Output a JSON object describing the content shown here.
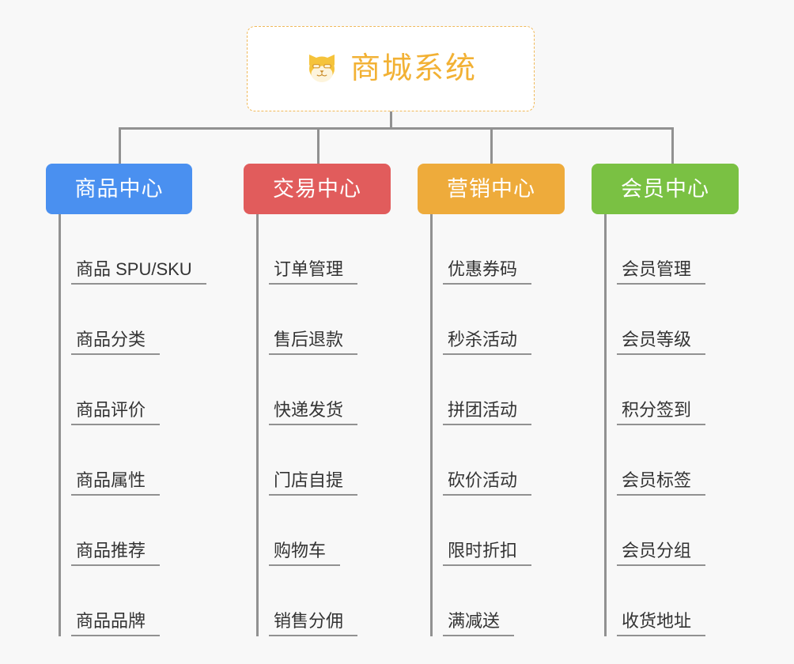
{
  "page": {
    "background_color": "#f8f8f8",
    "line_color": "#919191",
    "text_color": "#333333"
  },
  "root": {
    "title": "商城系统",
    "icon": "shiba-dog-icon",
    "accent_color": "#f2b134",
    "border_color": "#f0b95a",
    "background_color": "#ffffff"
  },
  "branches": [
    {
      "label": "商品中心",
      "color": "#4a90f0",
      "items": [
        "商品 SPU/SKU",
        "商品分类",
        "商品评价",
        "商品属性",
        "商品推荐",
        "商品品牌"
      ]
    },
    {
      "label": "交易中心",
      "color": "#e15c5c",
      "items": [
        "订单管理",
        "售后退款",
        "快递发货",
        "门店自提",
        "购物车",
        "销售分佣"
      ]
    },
    {
      "label": "营销中心",
      "color": "#eeab3b",
      "items": [
        "优惠券码",
        "秒杀活动",
        "拼团活动",
        "砍价活动",
        "限时折扣",
        "满减送"
      ]
    },
    {
      "label": "会员中心",
      "color": "#7ac143",
      "items": [
        "会员管理",
        "会员等级",
        "积分签到",
        "会员标签",
        "会员分组",
        "收货地址"
      ]
    }
  ]
}
